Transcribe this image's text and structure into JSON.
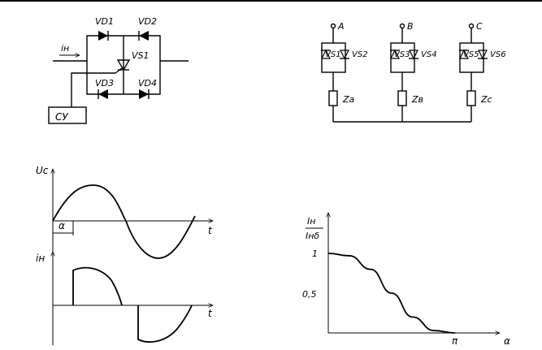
{
  "bridge_circuit": {
    "diodes": [
      "VD1",
      "VD2",
      "VD3",
      "VD4"
    ],
    "thyristor": "VS1",
    "current": "iн",
    "control_unit": "СУ"
  },
  "three_phase_circuit": {
    "phases": [
      "A",
      "B",
      "C"
    ],
    "thyristors": [
      "VS1",
      "VS2",
      "VS3",
      "VS4",
      "VS5",
      "VS6"
    ],
    "loads": [
      "Za",
      "Zв",
      "Zc"
    ]
  },
  "waveforms": {
    "voltage_label": "Uc",
    "current_label": "iн",
    "time_label": "t",
    "angle_label": "α"
  },
  "ratio_chart": {
    "y_numerator": "Iн",
    "y_denominator": "Iнδ",
    "x_label": "α",
    "y_ticks": [
      "1",
      "0,5"
    ],
    "x_tick": "π"
  },
  "chart_data": {
    "type": "line",
    "xlabel": "α",
    "ylabel": "Iн/Iнδ",
    "y_tick_labels": [
      "1",
      "0,5"
    ],
    "x_tick_labels": [
      "π"
    ],
    "x": [
      0,
      0.52,
      1.05,
      1.57,
      2.09,
      2.62,
      3.14
    ],
    "values": [
      1.0,
      0.97,
      0.8,
      0.5,
      0.2,
      0.03,
      0.0
    ]
  }
}
